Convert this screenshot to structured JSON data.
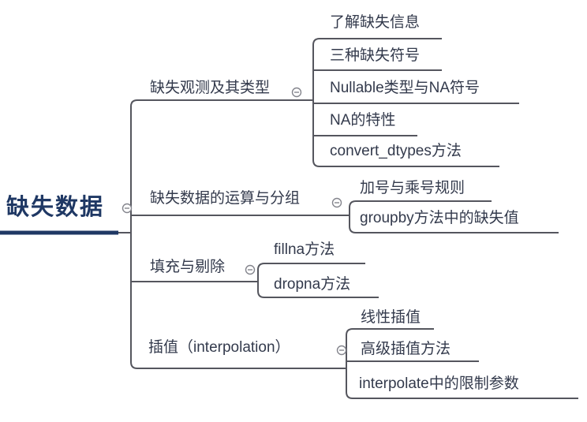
{
  "colors": {
    "bg_color": "#ffffff",
    "root_color": "#1f3864",
    "topic_color": "#333a4c",
    "line_color": "#55565e",
    "toggle_color": "#84858d"
  },
  "mindmap": {
    "root": {
      "label": "缺失数据"
    },
    "branches": [
      {
        "label": "缺失观测及其类型",
        "children": [
          {
            "label": "了解缺失信息"
          },
          {
            "label": "三种缺失符号"
          },
          {
            "label": "Nullable类型与NA符号"
          },
          {
            "label": "NA的特性"
          },
          {
            "label": "convert_dtypes方法"
          }
        ]
      },
      {
        "label": "缺失数据的运算与分组",
        "children": [
          {
            "label": "加号与乘号规则"
          },
          {
            "label": "groupby方法中的缺失值"
          }
        ]
      },
      {
        "label": "填充与剔除",
        "children": [
          {
            "label": "fillna方法"
          },
          {
            "label": "dropna方法"
          }
        ]
      },
      {
        "label": "插值（interpolation）",
        "children": [
          {
            "label": "线性插值"
          },
          {
            "label": "高级插值方法"
          },
          {
            "label": "interpolate中的限制参数"
          }
        ]
      }
    ]
  }
}
